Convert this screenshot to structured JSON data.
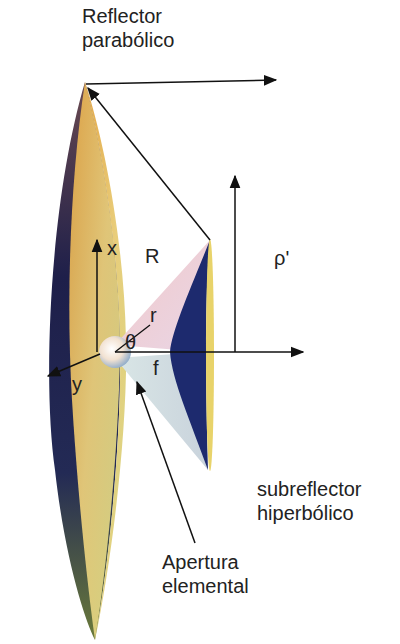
{
  "diagram": {
    "labels": [
      "Reflector parabólico",
      "R",
      "ρ'",
      "x",
      "r",
      "θ",
      "y",
      "f",
      "subreflector hiperbólico",
      "Apertura elemental"
    ]
  }
}
